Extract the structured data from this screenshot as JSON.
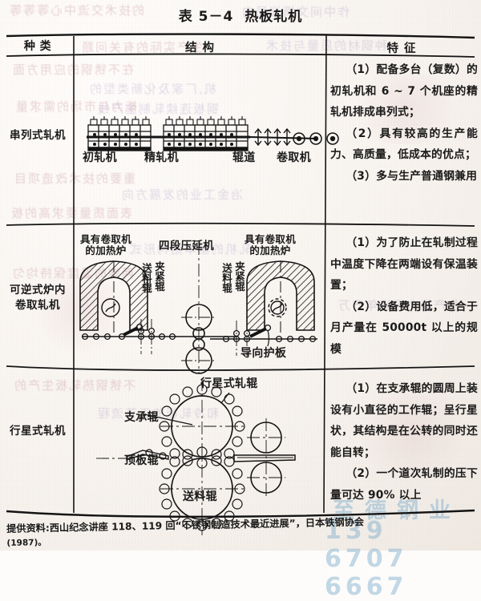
{
  "title": {
    "number": "表 5－4",
    "name": "热板轧机"
  },
  "table": {
    "headers": [
      "种  类",
      "结    构",
      "特    征"
    ],
    "rows": [
      {
        "category": "串列式轧机",
        "diagram": {
          "name": "tandem-mill-diagram",
          "labels": [
            "初轧机",
            "精轧机",
            "辊道",
            "卷取机"
          ]
        },
        "features": [
          "（1）配备多台（复数）的初轧机和 6 ~ 7 个机座的精轧机排成串列式；",
          "（2）具有较高的生产能力、高质量，低成本的优点；",
          "（3）多与生产普通钢兼用"
        ]
      },
      {
        "category": "可逆式炉内\n卷取轧机",
        "diagram": {
          "name": "reversing-coiler-furnace-mill-diagram",
          "labels": [
            "具有卷取机\n的加热炉",
            "四段压延机",
            "具有卷取机\n的加热炉",
            "送料辊",
            "夹紧辊",
            "送料辊",
            "夹紧辊",
            "导向护板"
          ]
        },
        "features": [
          "（1）为了防止在轧制过程中温度下降在两端设有保温装置；",
          "（2）设备费用低，适合于月产量在 50000t 以上的规模"
        ]
      },
      {
        "category": "行星式轧机",
        "diagram": {
          "name": "planetary-mill-diagram",
          "labels": [
            "行星式轧辊",
            "支承辊",
            "顶板辊",
            "送料辊"
          ]
        },
        "features": [
          "（1）在支承辊的圆周上装设有小直径的工作辊；呈行星状，其结构是在公转的同时还能自转；",
          "（2）一个道次轧制的压下量可达 90% 以上"
        ]
      }
    ]
  },
  "footnote": {
    "text": "提供资料:西山纪念讲座 118、119 回“不锈钢制造技术最近进展”，日本铁钢协会",
    "year": "(1987)。"
  },
  "watermark": {
    "company": "至德钢业",
    "phone": "139 6707 6667"
  },
  "bleed_through": [
    "的技术交流中心等等等",
    "作中间文摘议局内",
    "生产实际的有关问题",
    "种钢材的质量与技术",
    "在不锈钢的应用方面",
    "机,厂家及化新类型的",
    "能力与市场的需求量",
    "钢板连续轧制生产线",
    "重要的技术改造项目",
    "冶金工业的发展方向",
    "表面质量要求高的板",
    "轧机的基本结构形式",
    "两端的温度保持均匀",
    "生产能力可达年产万",
    "不锈钢热轧板生产的",
    "和冷轧板的工艺流程"
  ],
  "colors": {
    "ink": "#141414",
    "paper": "#f7f3ee",
    "bleed": "#be788c",
    "watermark": "#78aacd"
  }
}
